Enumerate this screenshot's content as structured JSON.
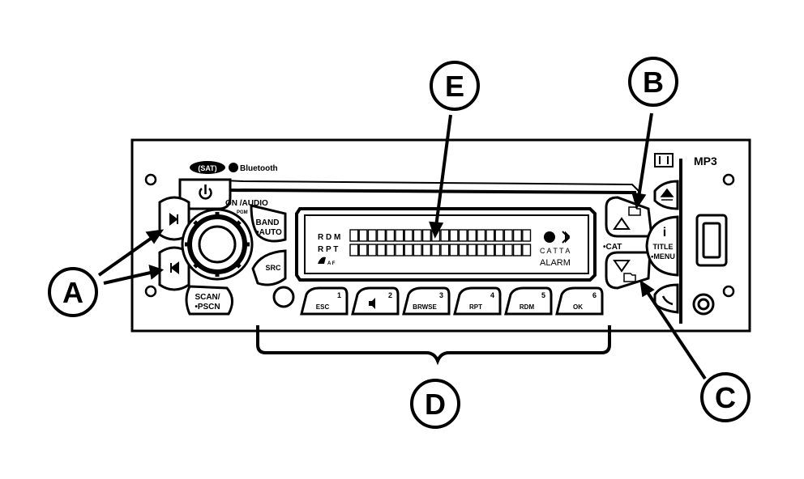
{
  "callouts": {
    "a": "A",
    "b": "B",
    "c": "C",
    "d": "D",
    "e": "E"
  },
  "brand": {
    "sat_logo": "(SAT)",
    "bluetooth": "Bluetooth",
    "mp3": "MP3"
  },
  "buttons": {
    "on_audio": "ON /AUDIO",
    "pgm": "PGM",
    "band": "BAND",
    "auto": "•AUTO",
    "src": "SRC",
    "scan": "SCAN/",
    "pscn": "•PSCN",
    "cat": "•CAT",
    "title": "TITLE",
    "menu": "•MENU",
    "info": "i"
  },
  "display": {
    "rdm": "R D M",
    "rpt": "R P T",
    "af": "A F",
    "catta": "C A T T A",
    "alarm": "ALARM"
  },
  "presets": [
    {
      "num": "1",
      "label": "ESC"
    },
    {
      "num": "2",
      "label": ""
    },
    {
      "num": "3",
      "label": "BRWSE"
    },
    {
      "num": "4",
      "label": "RPT"
    },
    {
      "num": "5",
      "label": "RDM"
    },
    {
      "num": "6",
      "label": "OK"
    }
  ]
}
